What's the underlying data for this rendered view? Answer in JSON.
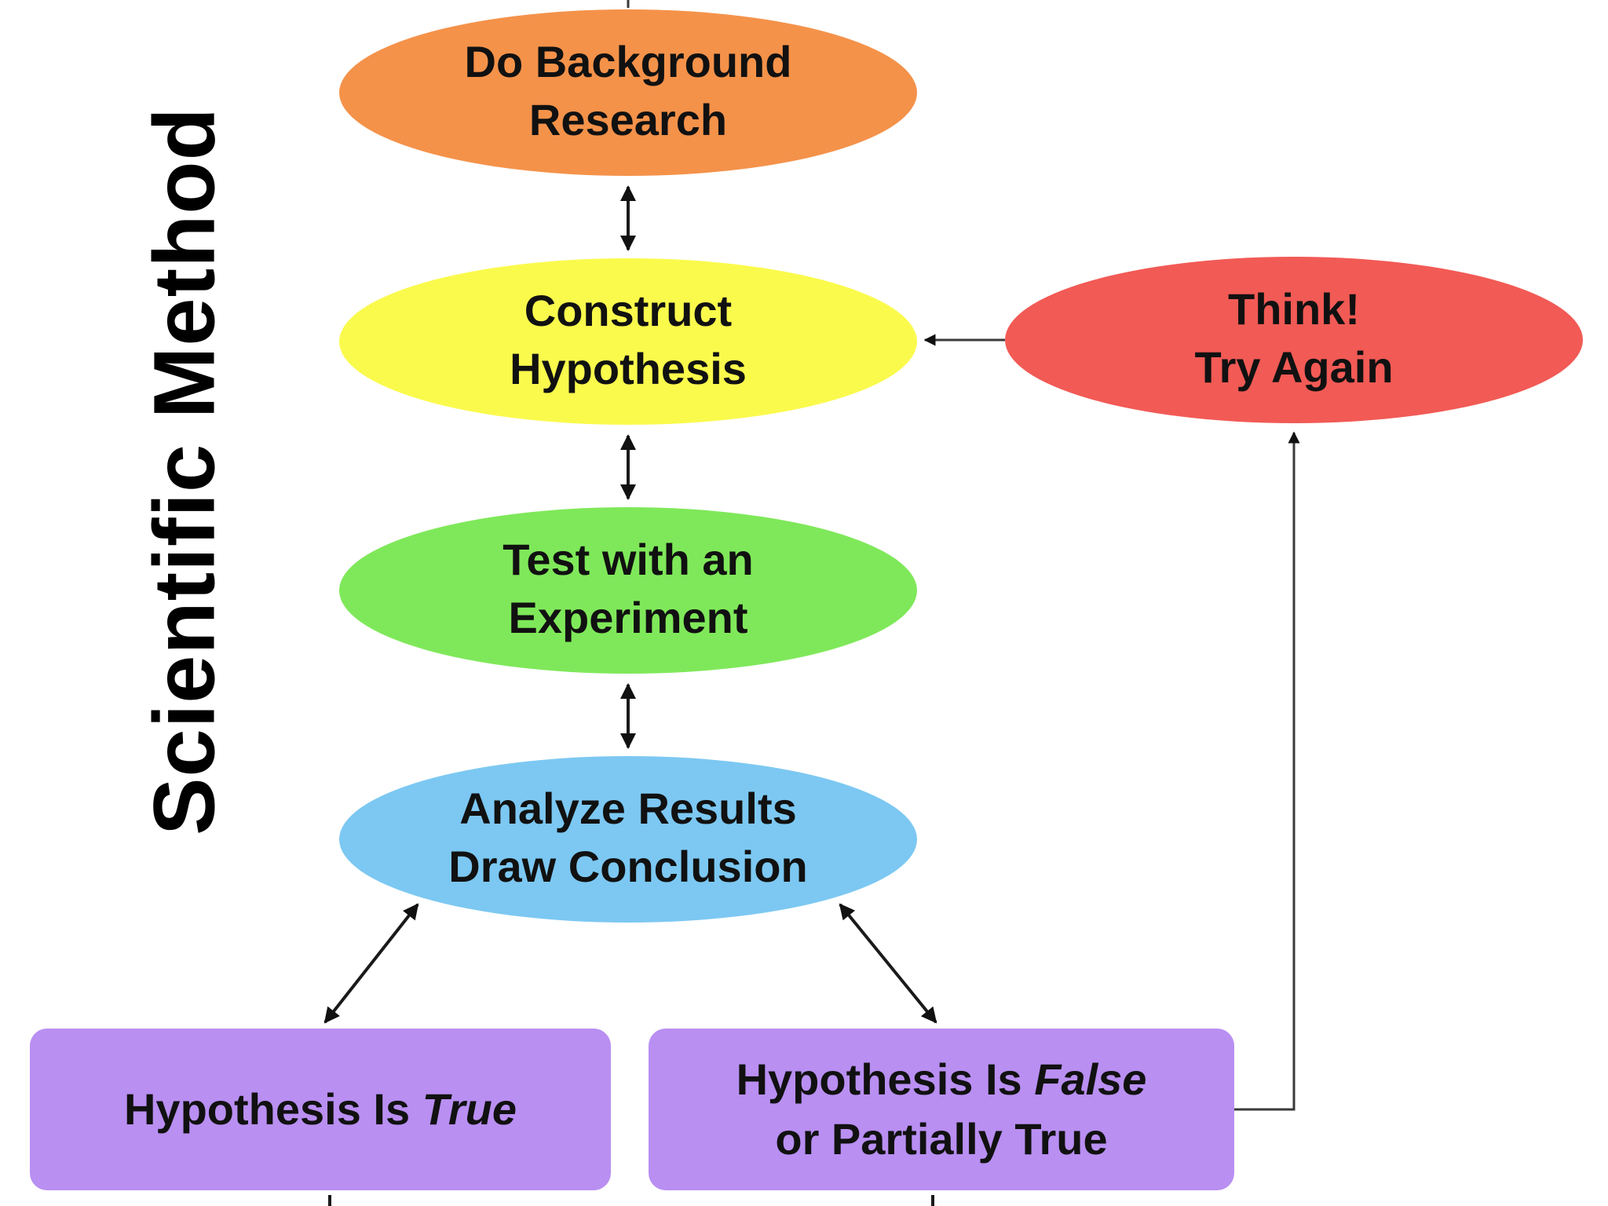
{
  "title": "Scientific Method",
  "nodes": {
    "research": {
      "line1": "Do Background",
      "line2": "Research",
      "color": "#f4924a"
    },
    "hypothesis": {
      "line1": "Construct",
      "line2": "Hypothesis",
      "color": "#fafa4d"
    },
    "experiment": {
      "line1": "Test with an",
      "line2": "Experiment",
      "color": "#7fe85a"
    },
    "analyze": {
      "line1": "Analyze Results",
      "line2": "Draw Conclusion",
      "color": "#7cc8f2"
    },
    "think": {
      "line1": "Think!",
      "line2": "Try Again",
      "color": "#f25a55"
    },
    "true_box": {
      "prefix": "Hypothesis Is ",
      "emphasis": "True",
      "color": "#b98ff2"
    },
    "false_box": {
      "prefix": "Hypothesis Is ",
      "emphasis": "False",
      "line2": "or Partially True",
      "color": "#b98ff2"
    }
  }
}
